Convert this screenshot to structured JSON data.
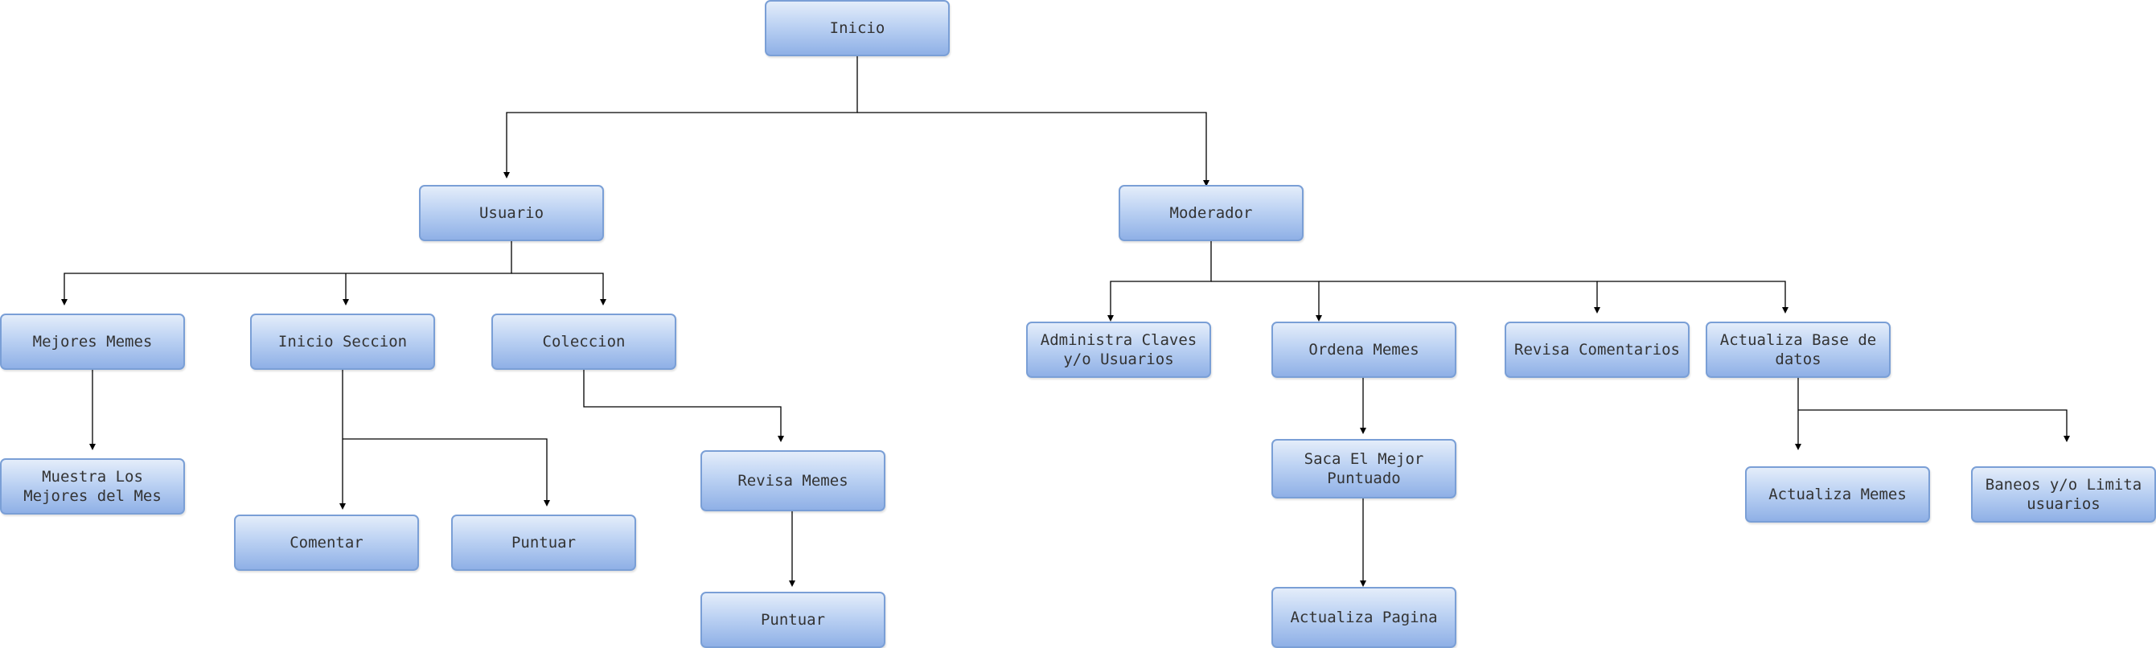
{
  "nodes": {
    "inicio": "Inicio",
    "usuario": "Usuario",
    "moderador": "Moderador",
    "mejores_memes": "Mejores Memes",
    "inicio_seccion": "Inicio Seccion",
    "coleccion": "Coleccion",
    "muestra_mejores": "Muestra Los Mejores del Mes",
    "comentar": "Comentar",
    "puntuar_1": "Puntuar",
    "revisa_memes": "Revisa Memes",
    "puntuar_2": "Puntuar",
    "administra": "Administra Claves y/o Usuarios",
    "ordena_memes": "Ordena Memes",
    "revisa_comentarios": "Revisa Comentarios",
    "actualiza_base": "Actualiza Base de datos",
    "saca_mejor": "Saca El Mejor Puntuado",
    "actualiza_pagina": "Actualiza Pagina",
    "actualiza_memes": "Actualiza Memes",
    "baneos": "Baneos y/o Limita usuarios"
  },
  "edges": [
    [
      "inicio",
      "usuario"
    ],
    [
      "inicio",
      "moderador"
    ],
    [
      "usuario",
      "mejores_memes"
    ],
    [
      "usuario",
      "inicio_seccion"
    ],
    [
      "usuario",
      "coleccion"
    ],
    [
      "mejores_memes",
      "muestra_mejores"
    ],
    [
      "inicio_seccion",
      "comentar"
    ],
    [
      "inicio_seccion",
      "puntuar_1"
    ],
    [
      "coleccion",
      "revisa_memes"
    ],
    [
      "revisa_memes",
      "puntuar_2"
    ],
    [
      "moderador",
      "administra"
    ],
    [
      "moderador",
      "ordena_memes"
    ],
    [
      "moderador",
      "revisa_comentarios"
    ],
    [
      "moderador",
      "actualiza_base"
    ],
    [
      "ordena_memes",
      "saca_mejor"
    ],
    [
      "saca_mejor",
      "actualiza_pagina"
    ],
    [
      "actualiza_base",
      "actualiza_memes"
    ],
    [
      "actualiza_base",
      "baneos"
    ]
  ]
}
